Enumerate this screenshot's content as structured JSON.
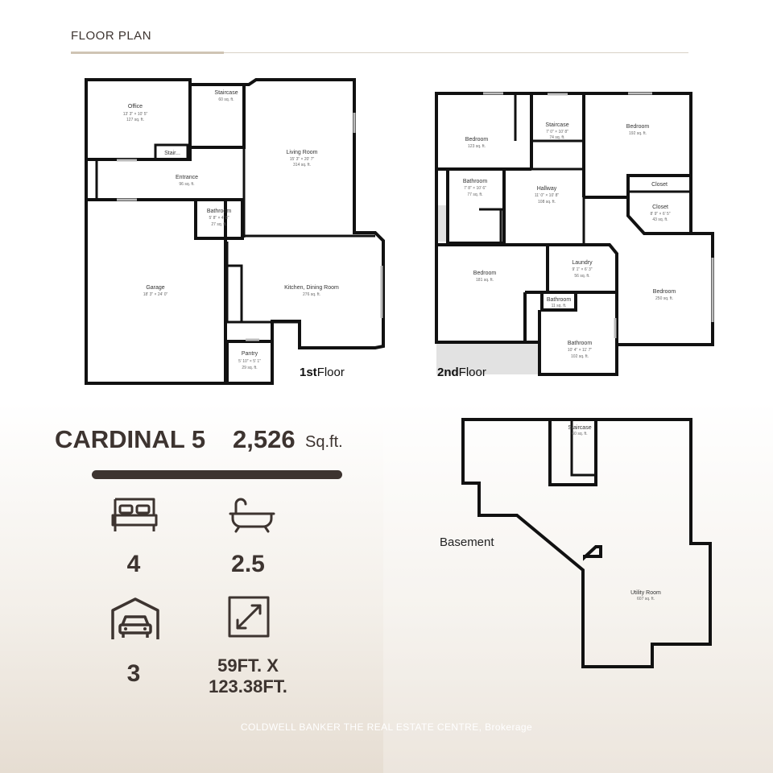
{
  "header": {
    "title": "FLOOR PLAN"
  },
  "floors": {
    "first": {
      "label_num": "1st",
      "label_word": "Floor",
      "rooms": {
        "office": {
          "name": "Office",
          "dims": "13' 3\" × 10' 5\"",
          "area": "127 sq. ft."
        },
        "staircase": {
          "name": "Staircase",
          "area": "60 sq. ft."
        },
        "stair_small": {
          "name": "Stair..."
        },
        "living": {
          "name": "Living Room",
          "dims": "15' 3\" × 20' 7\"",
          "area": "314 sq. ft."
        },
        "entrance": {
          "name": "Entrance",
          "area": "96 sq. ft."
        },
        "bathroom": {
          "name": "Bathroom",
          "dims": "5' 8\" × 4' 8\"",
          "area": "27 sq. ft."
        },
        "garage": {
          "name": "Garage",
          "dims": "18' 3\" × 24' 0\""
        },
        "kitchen": {
          "name": "Kitchen, Dining Room",
          "area": "276 sq. ft."
        },
        "pantry": {
          "name": "Pantry",
          "dims": "5' 10\" × 5' 1\"",
          "area": "29 sq. ft."
        }
      }
    },
    "second": {
      "label_num": "2nd",
      "label_word": "Floor",
      "rooms": {
        "bedroom_nw": {
          "name": "Bedroom",
          "area": "123 sq. ft."
        },
        "staircase": {
          "name": "Staircase",
          "dims": "7' 0\" × 10' 8\"",
          "area": "74 sq. ft."
        },
        "bedroom_ne": {
          "name": "Bedroom",
          "area": "192 sq. ft."
        },
        "bathroom_w": {
          "name": "Bathroom",
          "dims": "7' 8\" × 10' 6\"",
          "area": "77 sq. ft."
        },
        "hallway": {
          "name": "Hallway",
          "dims": "11' 0\" × 10' 8\"",
          "area": "108 sq. ft."
        },
        "closet_1": {
          "name": "Closet"
        },
        "closet_2": {
          "name": "Closet",
          "dims": "8' 9\" × 6' 5\"",
          "area": "43 sq. ft."
        },
        "bedroom_sw": {
          "name": "Bedroom",
          "area": "181 sq. ft."
        },
        "laundry": {
          "name": "Laundry",
          "dims": "9' 1\" × 6' 3\"",
          "area": "56 sq. ft."
        },
        "bedroom_se": {
          "name": "Bedroom",
          "area": "250 sq. ft."
        },
        "bathroom_small": {
          "name": "Bathroom",
          "area": "11 sq. ft."
        },
        "bathroom_s": {
          "name": "Bathroom",
          "dims": "10' 4\" × 11' 7\"",
          "area": "102 sq. ft."
        }
      }
    },
    "basement": {
      "label": "Basement",
      "rooms": {
        "staircase": {
          "name": "Staircase",
          "area": "60 sq. ft."
        },
        "utility": {
          "name": "Utility Room",
          "area": "607 sq. ft."
        }
      }
    }
  },
  "summary": {
    "model_name": "CARDINAL 5",
    "sqft_value": "2,526",
    "sqft_unit": "Sq.ft.",
    "bedrooms": "4",
    "bathrooms": "2.5",
    "garage": "3",
    "lot_line1": "59FT. X",
    "lot_line2": "123.38FT.",
    "icons": [
      "bed-icon",
      "bathtub-icon",
      "garage-car-icon",
      "diagonal-arrow-icon"
    ]
  },
  "footer": {
    "brokerage": "COLDWELL BANKER THE REAL ESTATE CENTRE, Brokerage"
  },
  "colors": {
    "text": "#3d3430",
    "wall": "#111111",
    "accent": "#cfc4b4"
  }
}
